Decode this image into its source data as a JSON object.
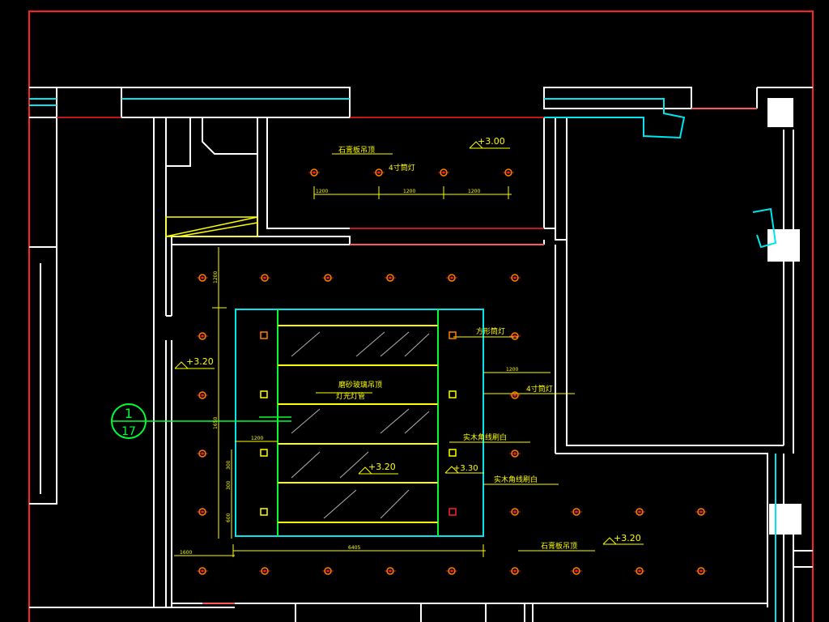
{
  "drawing": {
    "labels": {
      "ceiling_top": "石膏板吊顶",
      "downlight_4": "4寸筒灯",
      "spot_label": "方形筒灯",
      "downlight_right": "4寸筒灯",
      "center_panel_1": "磨砂玻璃吊顶",
      "center_panel_2": "灯光灯管",
      "wood_strip_1": "实木角线刷白",
      "wood_strip_2": "实木角线刷白",
      "ceiling_bottom": "石膏板吊顶",
      "section_top": "1",
      "section_bottom": "17"
    },
    "levels": {
      "top": "+3.00",
      "left": "+3.20",
      "center": "+3.20",
      "center_right": "+3.30",
      "bottom_right": "+3.20"
    },
    "dims": {
      "top_spacing": [
        "1200",
        "1200",
        "1200"
      ],
      "left_v1": "1200",
      "left_v2": "1650",
      "left_small": [
        "300",
        "300",
        "600"
      ],
      "bottom_total": "6405",
      "bottom_left": "1600",
      "right_h": "1200",
      "inner_h": "1200"
    },
    "colors": {
      "wall": "#ffffff",
      "red": "#ff2020",
      "cyan": "#00e5ee",
      "yellow": "#ffff00",
      "green": "#00ff30",
      "orange": "#ff8000"
    }
  }
}
